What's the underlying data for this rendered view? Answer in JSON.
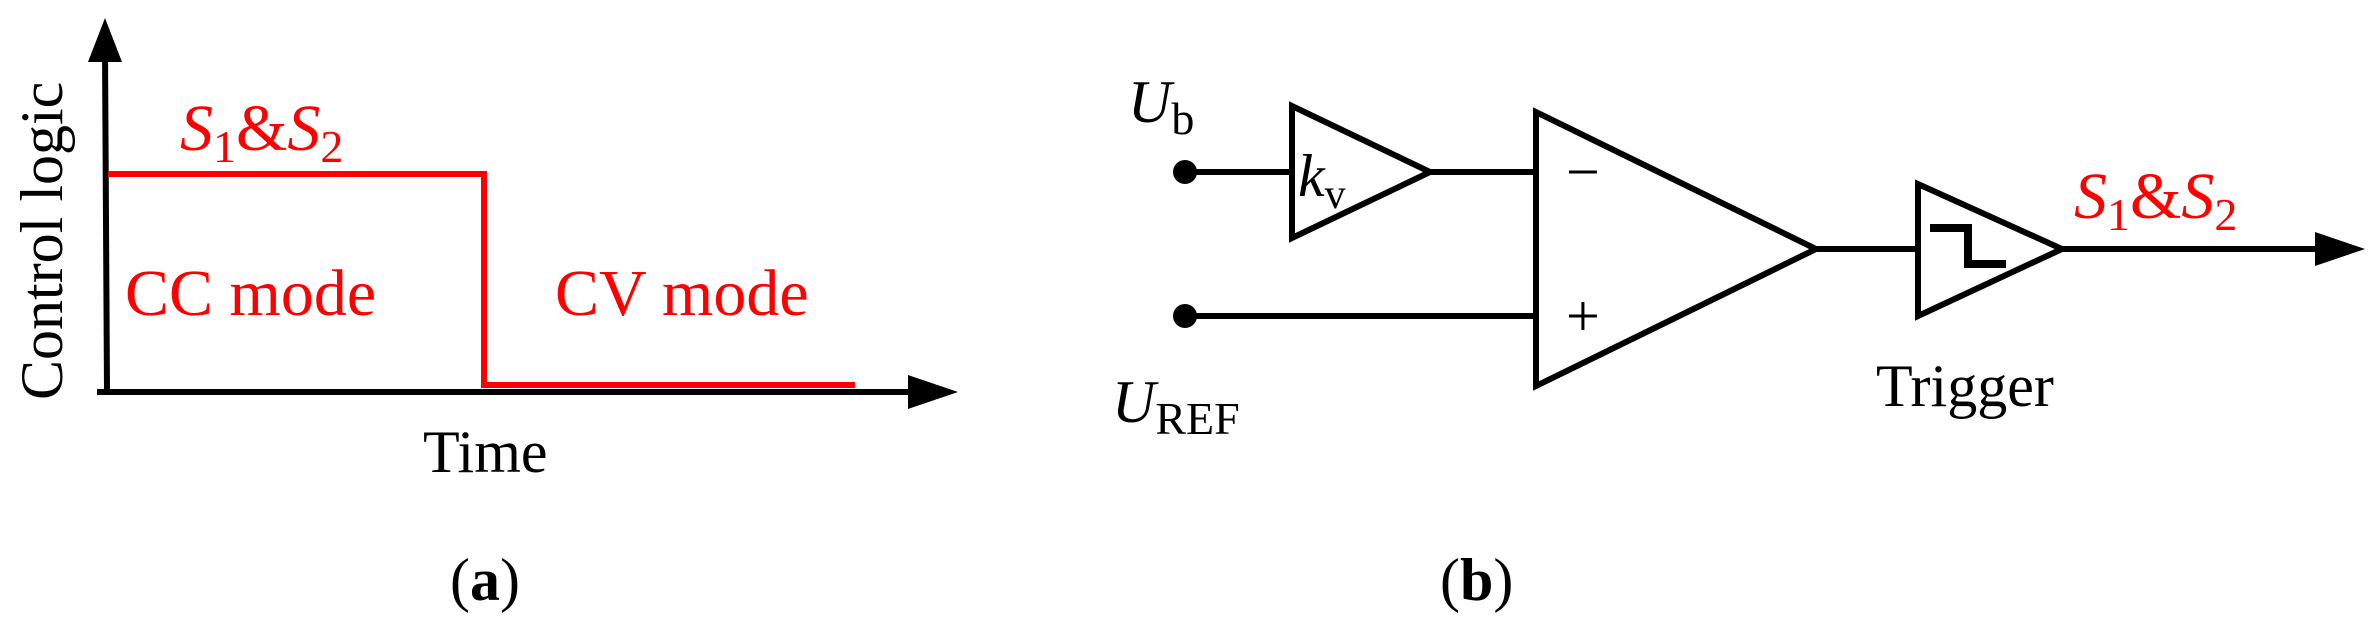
{
  "panel_a": {
    "signal": {
      "pre": "S",
      "sub1": "1",
      "amp": "&",
      "pre2": "S",
      "sub2": "2"
    },
    "cc_mode": "CC mode",
    "cv_mode": "CV mode",
    "y_axis_label": "Control logic",
    "x_axis_label": "Time",
    "caption": {
      "open": "(",
      "letter": "a",
      "close": ")"
    }
  },
  "panel_b": {
    "input_ub": {
      "main": "U",
      "sub": "b"
    },
    "input_uref": {
      "main": "U",
      "sub": "REF"
    },
    "gain": {
      "main": "k",
      "sub": "v"
    },
    "minus": "−",
    "plus": "+",
    "trigger_label": "Trigger",
    "output": {
      "pre": "S",
      "sub1": "1",
      "amp": "&",
      "pre2": "S",
      "sub2": "2"
    },
    "caption": {
      "open": "(",
      "letter": "b",
      "close": ")"
    }
  },
  "colors": {
    "signal": "#ff0000",
    "line": "#000000"
  }
}
